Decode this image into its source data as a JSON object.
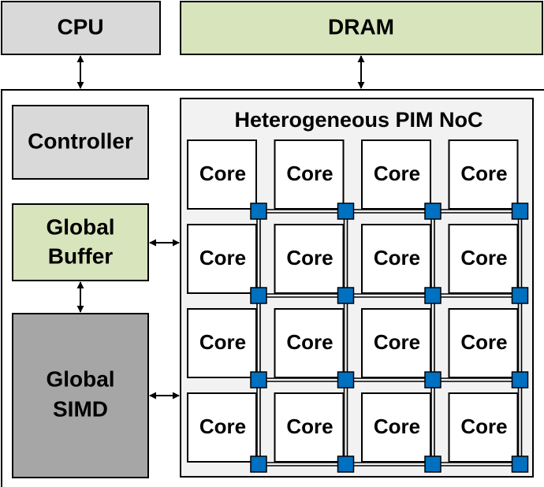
{
  "cpu": {
    "label": "CPU",
    "color": "#d9d9d9"
  },
  "dram": {
    "label": "DRAM",
    "color": "#d8e4bc"
  },
  "controller": {
    "label": "Controller",
    "color": "#d9d9d9"
  },
  "global_buffer": {
    "line1": "Global",
    "line2": "Buffer",
    "color": "#d8e4bc"
  },
  "global_simd": {
    "line1": "Global",
    "line2": "SIMD",
    "color": "#a6a6a6"
  },
  "noc": {
    "title": "Heterogeneous PIM NoC",
    "background": "#f2f2f2",
    "router_color": "#0070c0"
  },
  "core_label": "Core",
  "grid": {
    "rows": 4,
    "cols": 4
  }
}
